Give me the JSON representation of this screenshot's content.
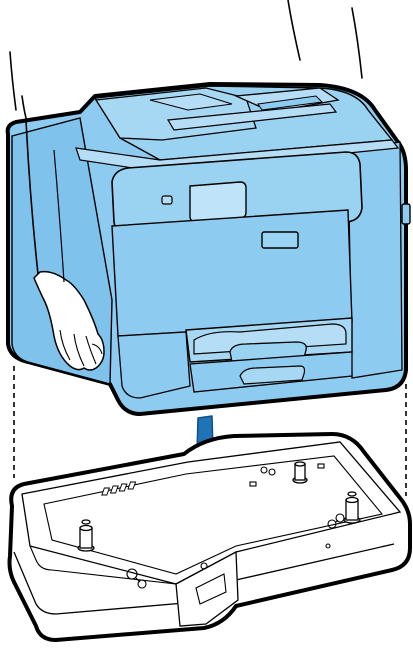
{
  "illustration": {
    "colors": {
      "printer_fill": "#8ecbf0",
      "printer_fill_light": "#b5def6",
      "printer_fill_shade": "#6fb6e3",
      "outline": "#000000",
      "arrow_fill": "#1f73b7",
      "arrow_stroke": "#0d4f86",
      "cabinet_fill": "#ffffff",
      "background": "#ffffff"
    },
    "icons": [
      "printer",
      "optional-paper-cassette-unit",
      "down-arrow",
      "hand"
    ]
  }
}
